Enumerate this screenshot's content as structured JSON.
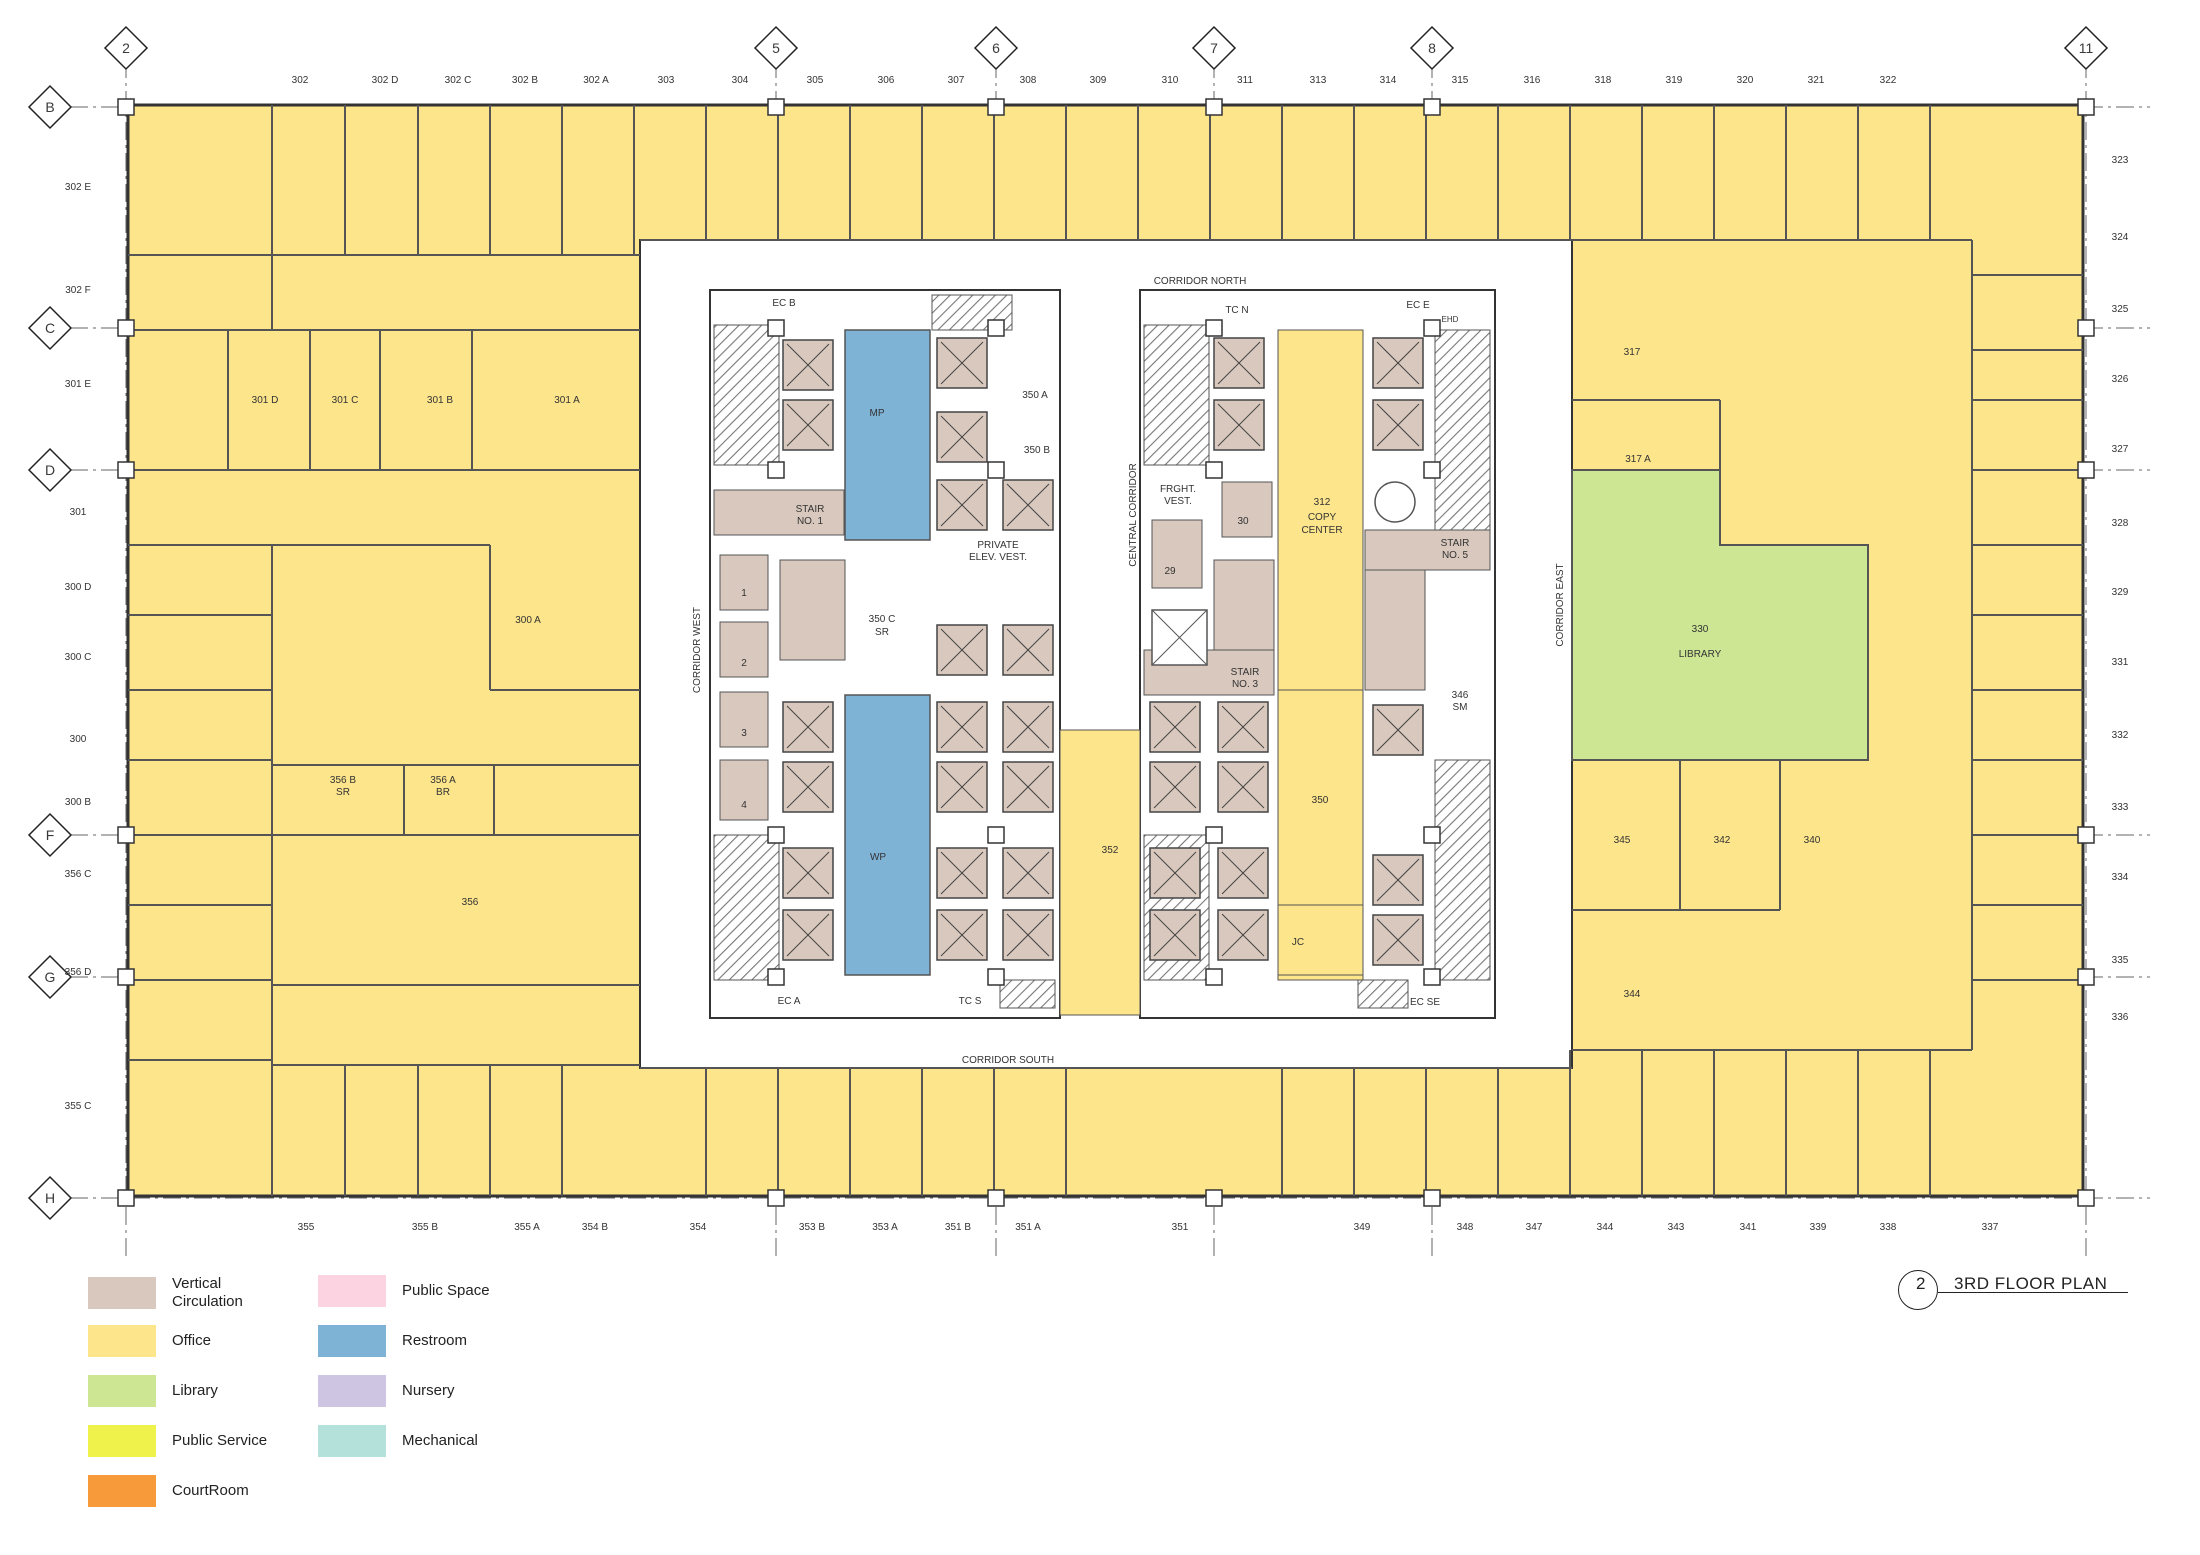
{
  "plan_title": {
    "number": "2",
    "text": "3RD FLOOR PLAN"
  },
  "column_gridlines": [
    "2",
    "5",
    "6",
    "7",
    "8",
    "11"
  ],
  "row_gridlines": [
    "B",
    "C",
    "D",
    "F",
    "G",
    "H"
  ],
  "colors": {
    "vertical_circulation": "#d8c8bd",
    "office": "#fde58c",
    "library": "#cde694",
    "public_service": "#eef24a",
    "courtroom": "#f79a3a",
    "public_space": "#fbd3e1",
    "restroom": "#7fb3d6",
    "nursery": "#cdc5e2",
    "mechanical": "#b4e1d9",
    "hatch": "#777777",
    "wall": "#333333"
  },
  "legend": [
    {
      "label": "Vertical Circulation",
      "color": "#d8c8bd"
    },
    {
      "label": "Office",
      "color": "#fde58c"
    },
    {
      "label": "Library",
      "color": "#cde694"
    },
    {
      "label": "Public Service",
      "color": "#eef24a"
    },
    {
      "label": "CourtRoom",
      "color": "#f79a3a"
    },
    {
      "label": "Public Space",
      "color": "#fbd3e1"
    },
    {
      "label": "Restroom",
      "color": "#7fb3d6"
    },
    {
      "label": "Nursery",
      "color": "#cdc5e2"
    },
    {
      "label": "Mechanical",
      "color": "#b4e1d9"
    }
  ],
  "rooms_top": [
    "302",
    "302 D",
    "302 C",
    "302 B",
    "302 A",
    "303",
    "304",
    "305",
    "306",
    "307",
    "308",
    "309",
    "310",
    "311",
    "313",
    "314",
    "315",
    "316",
    "318",
    "319",
    "320",
    "321",
    "322"
  ],
  "rooms_bottom": [
    "355",
    "355 B",
    "355 A",
    "354 B",
    "354",
    "353 B",
    "353 A",
    "351 B",
    "351 A",
    "351",
    "349",
    "348",
    "347",
    "344",
    "343",
    "341",
    "339",
    "338",
    "337"
  ],
  "rooms_left": [
    "302 E",
    "302 F",
    "301 E",
    "301",
    "300 D",
    "300 C",
    "300",
    "300 B",
    "356 C",
    "356 D",
    "355 C"
  ],
  "rooms_right": [
    "323",
    "324",
    "325",
    "326",
    "327",
    "328",
    "329",
    "331",
    "332",
    "333",
    "334",
    "335",
    "336"
  ],
  "interior_rooms": {
    "r301d": "301 D",
    "r301c": "301 C",
    "r301b": "301 B",
    "r301a": "301 A",
    "r300a": "300 A",
    "r356b": "356 B",
    "r356b_sub": "SR",
    "r356a": "356 A",
    "r356a_sub": "BR",
    "r356": "356",
    "r317": "317",
    "r317a": "317 A",
    "r330": "330",
    "r330_sub": "LIBRARY",
    "r345": "345",
    "r342": "342",
    "r340": "340",
    "r344": "344",
    "r352": "352",
    "r350": "350",
    "r312": "312",
    "r312_sub1": "COPY",
    "r312_sub2": "CENTER",
    "r350a": "350  A",
    "r350b": "350  B",
    "r350c": "350  C",
    "r350c_sub": "SR",
    "r346": "346",
    "r346_sub": "SM",
    "r29": "29",
    "r30": "30",
    "mp": "MP",
    "wp": "WP",
    "jc": "JC",
    "stair1": "STAIR",
    "stair1_sub": "NO. 1",
    "stair3": "STAIR",
    "stair3_sub": "NO. 3",
    "stair5": "STAIR",
    "stair5_sub": "NO. 5",
    "priv_elev": "PRIVATE",
    "priv_elev_sub": "ELEV. VEST.",
    "frght": "FRGHT.",
    "frght_sub": "VEST.",
    "ec_b": "EC  B",
    "ec_a": "EC  A",
    "tc_n": "TC  N",
    "tc_s": "TC  S",
    "ec_e": "EC  E",
    "ec_se": "EC  SE",
    "ehd": "EHD",
    "elev1": "1",
    "elev2": "2",
    "elev3": "3",
    "elev4": "4"
  },
  "corridors": {
    "north": "CORRIDOR NORTH",
    "south": "CORRIDOR SOUTH",
    "west": "CORRIDOR WEST",
    "east": "CORRIDOR EAST",
    "central": "CENTRAL CORRIDOR"
  }
}
